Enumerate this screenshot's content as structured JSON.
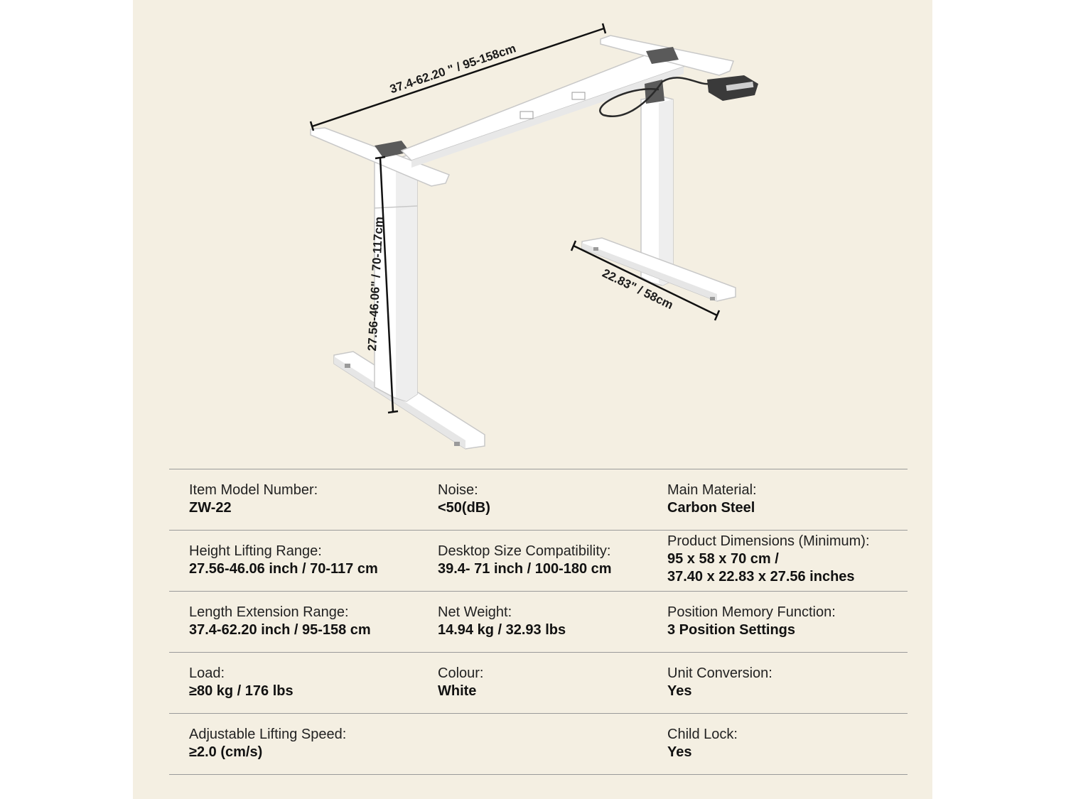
{
  "colors": {
    "background": "#f4efe2",
    "frame": "#ffffff",
    "divider": "#9a9a9a",
    "text": "#111111"
  },
  "dimensions": {
    "width": "37.4-62.20 \" / 95-158cm",
    "height": "27.56-46.06\" / 70-117cm",
    "depth": "22.83\" / 58cm"
  },
  "specs": [
    [
      {
        "label": "Item Model Number:",
        "value": "ZW-22"
      },
      {
        "label": "Noise:",
        "value": "<50(dB)"
      },
      {
        "label": "Main Material:",
        "value": "Carbon Steel"
      }
    ],
    [
      {
        "label": "Height Lifting Range:",
        "value": "27.56-46.06 inch / 70-117 cm"
      },
      {
        "label": "Desktop Size Compatibility:",
        "value": "39.4- 71 inch / 100-180 cm"
      },
      {
        "label": "Product Dimensions (Minimum):",
        "value": "95 x 58 x 70 cm /",
        "value2": "37.40 x 22.83 x 27.56 inches"
      }
    ],
    [
      {
        "label": "Length Extension Range:",
        "value": "37.4-62.20 inch / 95-158 cm"
      },
      {
        "label": "Net Weight:",
        "value": "14.94 kg / 32.93 lbs"
      },
      {
        "label": "Position Memory Function:",
        "value": "3 Position Settings"
      }
    ],
    [
      {
        "label": "Load:",
        "value": "≥80 kg / 176 lbs"
      },
      {
        "label": "Colour:",
        "value": "White"
      },
      {
        "label": "Unit Conversion:",
        "value": "Yes"
      }
    ],
    [
      {
        "label": "Adjustable Lifting Speed:",
        "value": "≥2.0 (cm/s)"
      },
      {
        "label": "",
        "value": ""
      },
      {
        "label": "Child Lock:",
        "value": "Yes"
      }
    ]
  ]
}
